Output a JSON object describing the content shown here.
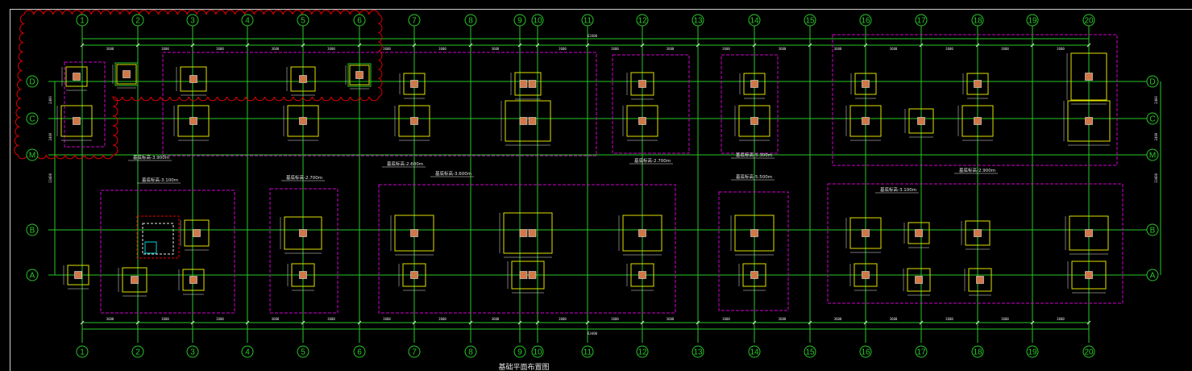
{
  "drawing_title": "基础平面布置图",
  "grid": {
    "columns": [
      {
        "label": "1"
      },
      {
        "label": "2"
      },
      {
        "label": "3"
      },
      {
        "label": "4"
      },
      {
        "label": "5"
      },
      {
        "label": "6"
      },
      {
        "label": "7"
      },
      {
        "label": "8"
      },
      {
        "label": "9"
      },
      {
        "label": "10"
      },
      {
        "label": "11"
      },
      {
        "label": "12"
      },
      {
        "label": "13"
      },
      {
        "label": "14"
      },
      {
        "label": "15"
      },
      {
        "label": "16"
      },
      {
        "label": "17"
      },
      {
        "label": "18"
      },
      {
        "label": "19"
      },
      {
        "label": "20"
      }
    ],
    "rows": [
      {
        "label": "D"
      },
      {
        "label": "C"
      },
      {
        "label": "M"
      },
      {
        "label": "B"
      },
      {
        "label": "A"
      }
    ],
    "bay_dim": "3600",
    "overall_dim": "63400",
    "row_dims": [
      "2400",
      "2400",
      "13400"
    ]
  },
  "elevation_tags": [
    {
      "text": "基底标高-3.900m"
    },
    {
      "text": "基底标高-2.600m"
    },
    {
      "text": "基底标高-2.700m"
    },
    {
      "text": "基底标高-5.300m"
    },
    {
      "text": "基底标高-2.900m"
    },
    {
      "text": "基底标高-3.100m"
    },
    {
      "text": "基底标高-2.700m"
    },
    {
      "text": "基底标高-3.600m"
    },
    {
      "text": "基底标高-5.500m"
    },
    {
      "text": "基底标高-3.100m"
    }
  ],
  "colors": {
    "axis_line": "#28c828",
    "bubble": "#28c828",
    "footing": "#e0e000",
    "column": "#d07848",
    "zone": "#d000d0",
    "revision_cloud": "#e00000",
    "text": "#e6e6e6",
    "dim": "#e6e6e6",
    "accent_cyan": "#00d0d0"
  }
}
